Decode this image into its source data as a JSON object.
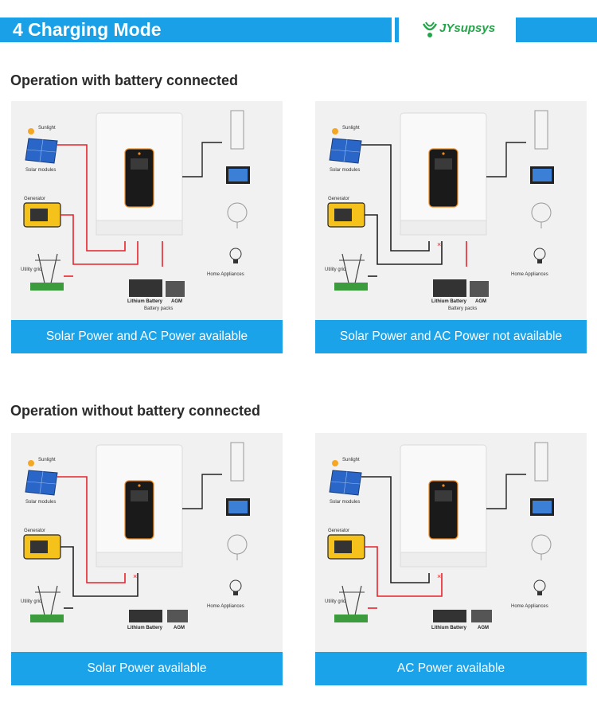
{
  "header": {
    "title": "4 Charging Mode",
    "logo_text": "JYsupsys"
  },
  "sections": [
    {
      "title": "Operation with battery connected"
    },
    {
      "title": "Operation without battery connected"
    }
  ],
  "labels": {
    "sunlight": "Sunlight",
    "solar_modules": "Solar modules",
    "generator": "Generator",
    "utility_grid": "Utility grid",
    "home_appliances": "Home Appliances",
    "lithium_battery": "Lithium Battery",
    "agm": "AGM",
    "battery_packs": "Battery packs"
  },
  "panels": [
    {
      "caption": "Solar Power and AC Power available"
    },
    {
      "caption": "Solar Power and AC Power not available"
    },
    {
      "caption": "Solar Power available"
    },
    {
      "caption": "AC Power available"
    }
  ],
  "colors": {
    "accent": "#1aa0e6",
    "active_line": "#e8232a",
    "inactive_line": "#222222",
    "logo": "#24a54a"
  }
}
